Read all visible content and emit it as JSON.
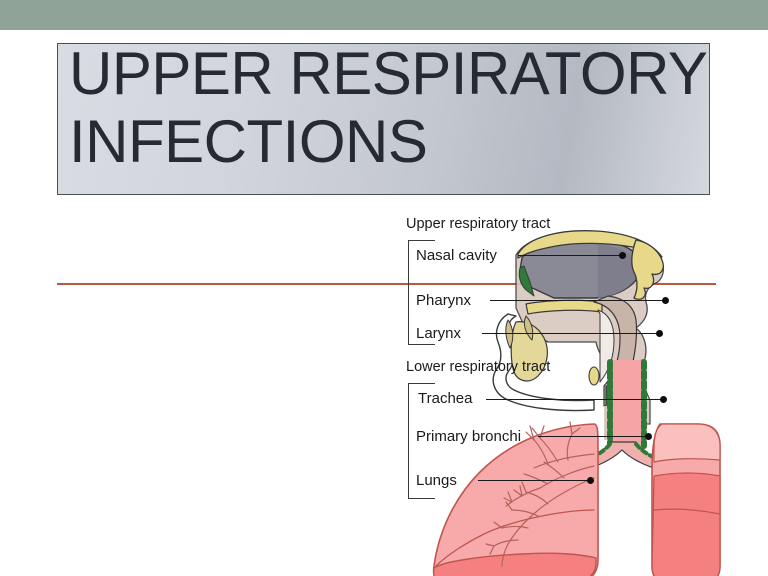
{
  "slide": {
    "title_line1": "UPPER RESPIRATORY",
    "title_line2": "INFECTIONS",
    "title_full": "UPPER RESPIRATORY\nINFECTIONS",
    "accent_band_color": "#90a398",
    "rule_color": "#c0553f",
    "title_text_color": "#262b33"
  },
  "diagram": {
    "name": "respiratory-tract-anatomy",
    "groups": [
      {
        "id": "upper",
        "heading": "Upper respiratory tract",
        "labels": [
          "Nasal cavity",
          "Pharynx",
          "Larynx"
        ]
      },
      {
        "id": "lower",
        "heading": "Lower respiratory tract",
        "labels": [
          "Trachea",
          "Primary bronchi",
          "Lungs"
        ]
      }
    ],
    "colors": {
      "lung": "#f5a5a5",
      "lung_dark": "#ef7e82",
      "nasal_cavity": "#8a8a96",
      "bone": "#e8d98a",
      "trachea_wall": "#2f7a38",
      "tissue": "#d8c8bd",
      "outline": "#3a3a3a"
    }
  }
}
